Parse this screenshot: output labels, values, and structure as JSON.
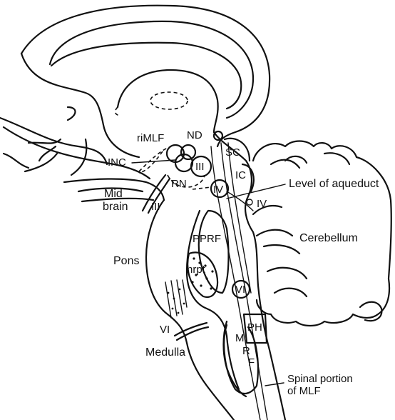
{
  "labels": {
    "riMLF": "riMLF",
    "ND": "ND",
    "INC": "INC",
    "III_nucleus": "III",
    "SC": "SC",
    "IC": "IC",
    "RN": "RN",
    "IV_nucleus": "IV",
    "IV_nerve": "IV",
    "level_of_aqueduct": "Level of aqueduct",
    "mid": "Mid",
    "brain": "brain",
    "III_nerve": "III",
    "PPRF": "PPRF",
    "cerebellum": "Cerebellum",
    "pons": "Pons",
    "nrpt": "nrpt",
    "VI_nucleus": "VI",
    "VI_nerve": "VI",
    "PH": "PH",
    "M": "M",
    "R": "R",
    "F": "F",
    "medulla": "Medulla",
    "spinal_portion": "Spinal portion",
    "of_mlf": "of MLF"
  }
}
